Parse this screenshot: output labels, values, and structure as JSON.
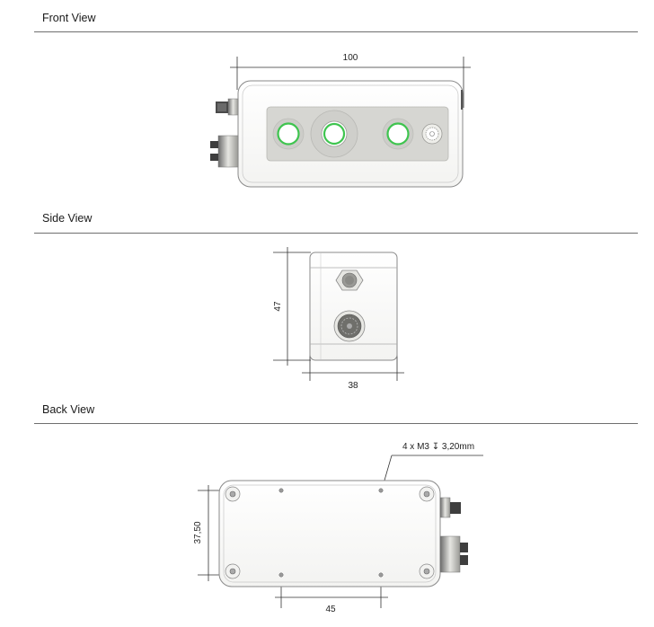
{
  "sections": [
    {
      "title": "Front View"
    },
    {
      "title": "Side View"
    },
    {
      "title": "Back View"
    }
  ],
  "front_view": {
    "width_dim": "100"
  },
  "side_view": {
    "height_dim": "47",
    "width_dim": "38"
  },
  "back_view": {
    "height_dim": "37,50",
    "width_dim": "45",
    "hole_callout": "4 x M3 ↧ 3,20mm"
  },
  "colors": {
    "led_ring": "#3fc44f",
    "panel": "#d6d6d2",
    "outline": "#7a7a7a",
    "rule": "#6f6f6f"
  }
}
